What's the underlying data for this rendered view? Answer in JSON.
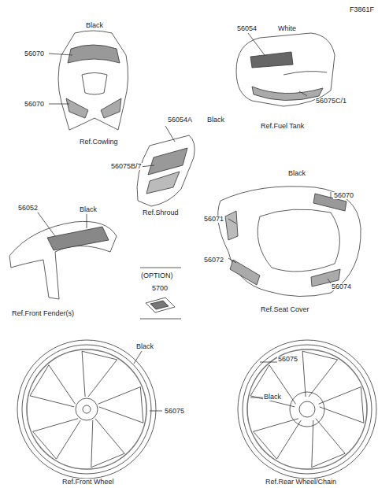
{
  "diagram": {
    "labels": [
      "F3861F",
      "Black",
      "56070",
      "56070",
      "Ref.Cowling",
      "56054",
      "White",
      "56075C/1",
      "Ref.Fuel Tank",
      "56054A",
      "Black",
      "56075B/7",
      "Ref.Shroud",
      "Black",
      "56070",
      "56071",
      "56072",
      "56074",
      "Ref.Seat Cover",
      "56052",
      "Black",
      "Ref.Front Fender(s)",
      "(OPTION)",
      "5700",
      "Black",
      "56075",
      "Ref.Front Wheel",
      "56075",
      "Black",
      "Ref.Rear Wheel/Chain"
    ]
  }
}
